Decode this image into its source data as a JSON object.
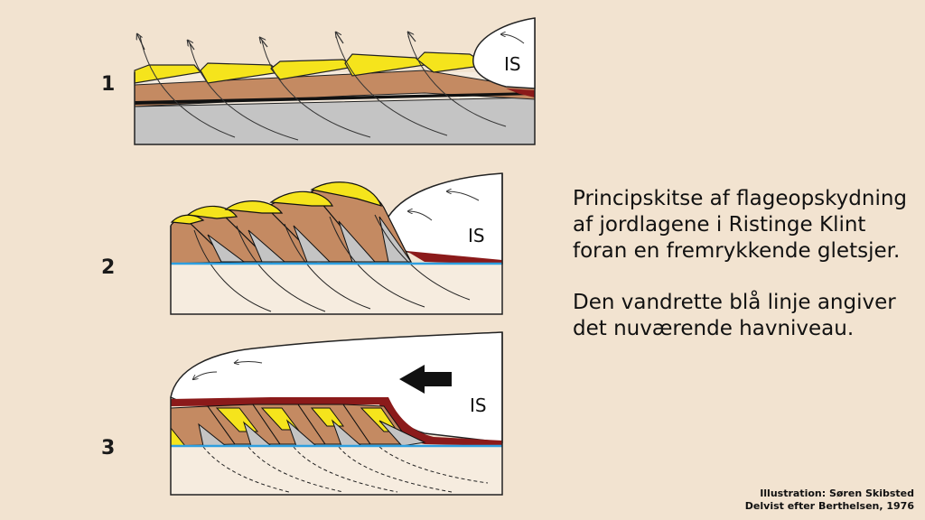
{
  "stages": [
    {
      "number": "1",
      "ice_label": "IS"
    },
    {
      "number": "2",
      "ice_label": "IS"
    },
    {
      "number": "3",
      "ice_label": "IS"
    }
  ],
  "caption": {
    "line1": "Principskitse af flageopskydning af jordlagene i Ristinge Klint foran en fremrykkende gletsjer.",
    "line2": "Den vandrette blå linje angiver det nuværende havniveau."
  },
  "credit": {
    "line1": "Illustration: Søren Skibsted",
    "line2": "Delvist efter Berthelsen, 1976"
  },
  "colors": {
    "background": "#f2e3d0",
    "yellow_layer": "#f5e41c",
    "brown_layer": "#c48a62",
    "gray_layer": "#c4c4c4",
    "dark_red_till": "#8b1a1a",
    "sea_level": "#2e9fe0",
    "ice": "#ffffff"
  }
}
